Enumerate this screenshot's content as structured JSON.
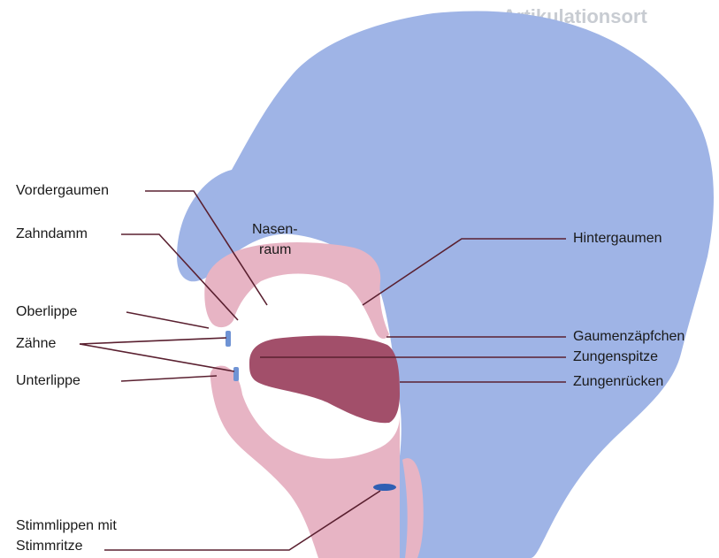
{
  "background_page": {
    "heading": "Artikulationsort"
  },
  "labels": {
    "vordergaumen": "Vordergaumen",
    "zahndamm": "Zahndamm",
    "oberlippe": "Oberlippe",
    "zaehne": "Zähne",
    "unterlippe": "Unterlippe",
    "nasenraum_line1": "Nasen-",
    "nasenraum_line2": "raum",
    "hintergaumen": "Hintergaumen",
    "gaumenzaepfchen": "Gaumenzäpfchen",
    "zungenspitze": "Zungenspitze",
    "zungenruecken": "Zungenrücken",
    "stimmlippen_line1": "Stimmlippen mit",
    "stimmlippen_line2": "Stimmritze"
  },
  "colors": {
    "head": "#9fb4e6",
    "palate": "#e7b4c4",
    "tongue": "#a24f6a",
    "teeth": "#6f93d4",
    "glottis": "#2f5fb3",
    "leader_line": "#5a2030"
  }
}
